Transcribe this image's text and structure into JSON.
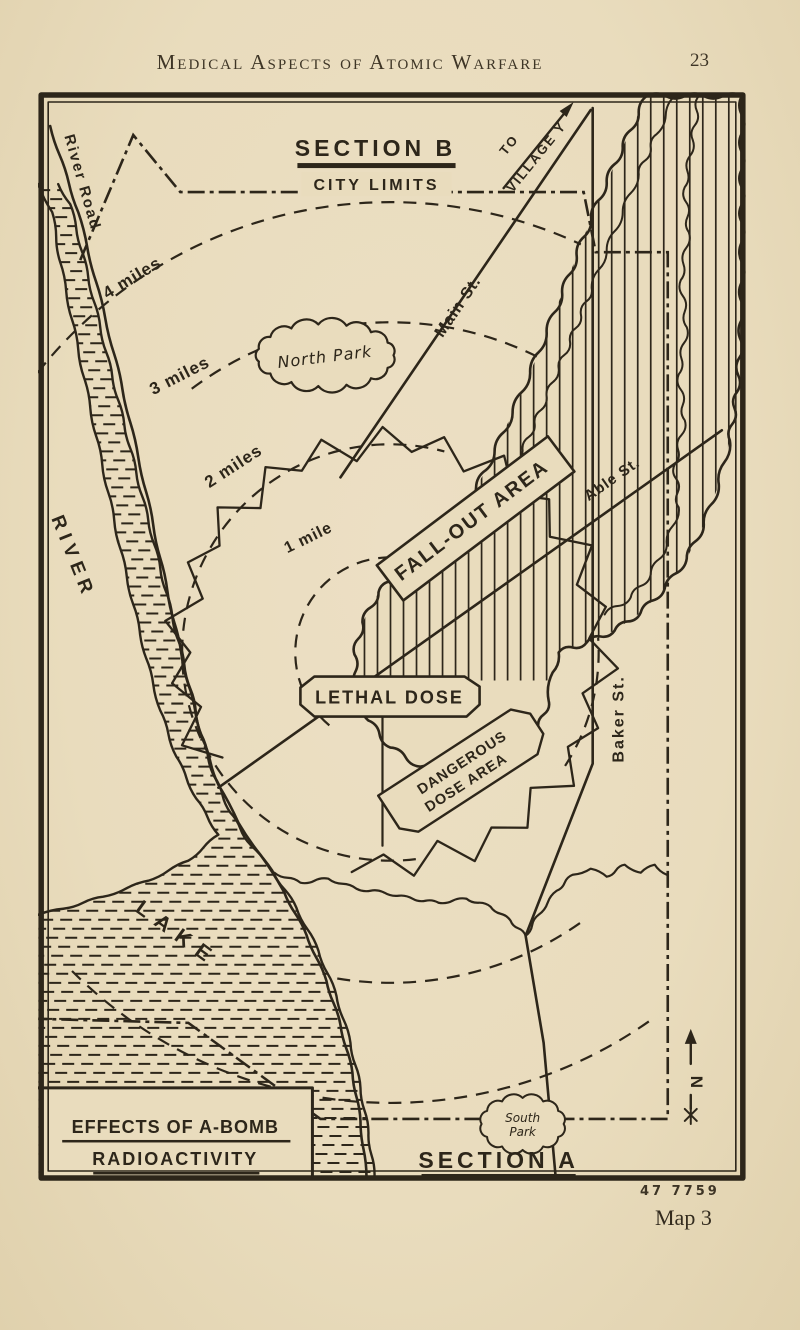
{
  "page": {
    "running_head": "Medical Aspects of Atomic Warfare",
    "page_number": "23",
    "plate_number": "47 7759",
    "caption": "Map 3"
  },
  "map": {
    "section_b": "SECTION B",
    "section_a": "SECTION A",
    "city_limits": "CITY LIMITS",
    "legend": {
      "line1": "EFFECTS OF A-BOMB",
      "line2": "RADIOACTIVITY"
    },
    "zones": {
      "fallout": "FALL-OUT AREA",
      "lethal": "LETHAL DOSE",
      "dangerous1": "DANGEROUS",
      "dangerous2": "DOSE AREA"
    },
    "streets": {
      "river_road": "River Road",
      "main": "Main St.",
      "able": "Able St.",
      "baker": "Baker St."
    },
    "direction": {
      "to": "TO",
      "village": "VILLAGE Y"
    },
    "water": {
      "river": "RIVER",
      "lake": "LAKE"
    },
    "parks": {
      "north": "North Park",
      "south1": "South",
      "south2": "Park"
    },
    "rings": {
      "r4": "4 miles",
      "r3": "3 miles",
      "r2": "2 miles",
      "r1": "1 mile"
    },
    "compass": "N"
  },
  "colors": {
    "paper": "#e9dcbd",
    "ink": "#2d261a"
  }
}
